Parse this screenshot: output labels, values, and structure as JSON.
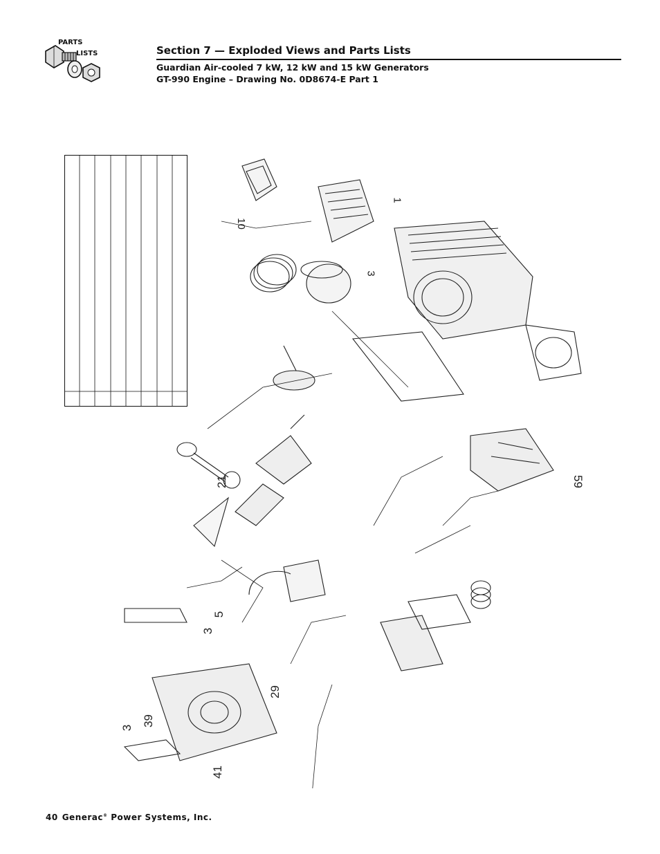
{
  "logo": {
    "line1": "PARTS",
    "line2": "LISTS"
  },
  "header": {
    "section_title": "Section 7 — Exploded Views and Parts Lists",
    "subtitle1": "Guardian Air-cooled 7 kW, 12 kW and 15 kW Generators",
    "subtitle2": "GT-990 Engine – Drawing No. 0D8674-E Part 1"
  },
  "drawing": {
    "callouts": [
      "10",
      "1",
      "3",
      "21",
      "59",
      "5",
      "3",
      "29",
      "39",
      "3",
      "41"
    ]
  },
  "footer": {
    "page_number": "40",
    "company": "Generac",
    "registered": "®",
    "company_rest": " Power Systems, Inc."
  }
}
